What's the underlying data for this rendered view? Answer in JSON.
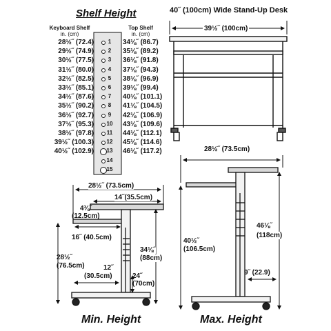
{
  "shelf": {
    "title": "Shelf Height",
    "keyboard_header": "Keyboard Shelf",
    "keyboard_unit": "in. (cm)",
    "top_header": "Top Shelf",
    "top_unit": "in. (cm)",
    "rows": [
      {
        "n": "1",
        "kb": "28½˝ (72.4)",
        "top": "34⅛˝ (86.7)"
      },
      {
        "n": "2",
        "kb": "29½˝ (74.9)",
        "top": "35⅛˝ (89.2)"
      },
      {
        "n": "3",
        "kb": "30½˝ (77.5)",
        "top": "36⅛˝ (91.8)"
      },
      {
        "n": "4",
        "kb": "31½˝ (80.0)",
        "top": "37⅛˝ (94.3)"
      },
      {
        "n": "5",
        "kb": "32½˝ (82.5)",
        "top": "38⅛˝ (96.9)"
      },
      {
        "n": "6",
        "kb": "33½˝ (85.1)",
        "top": "39⅛˝ (99.4)"
      },
      {
        "n": "7",
        "kb": "34½˝ (87.6)",
        "top": "40⅛˝ (101.1)"
      },
      {
        "n": "8",
        "kb": "35½˝ (90.2)",
        "top": "41⅛˝ (104.5)"
      },
      {
        "n": "9",
        "kb": "36½˝ (92.7)",
        "top": "42⅛˝ (106.9)"
      },
      {
        "n": "10",
        "kb": "37½˝ (95.3)",
        "top": "43⅛˝ (109.6)"
      },
      {
        "n": "11",
        "kb": "38½˝ (97.8)",
        "top": "44⅛˝ (112.1)"
      },
      {
        "n": "12",
        "kb": "39½˝ (100.3)",
        "top": "45⅛˝ (114.6)"
      },
      {
        "n": "13",
        "kb": "40½˝ (102.9)",
        "top": "46⅛˝ (117.2)"
      },
      {
        "n": "14",
        "kb": "",
        "top": ""
      },
      {
        "n": "15",
        "kb": "",
        "top": ""
      }
    ]
  },
  "desk": {
    "title": "40˝ (100cm) Wide Stand-Up Desk",
    "width_label": "39½˝   (100cm)"
  },
  "min": {
    "caption": "Min. Height",
    "overall_width": "28½˝ (73.5cm)",
    "top_depth": "14˝(35.5cm)",
    "top_offset_in": "4⅜˝",
    "top_offset_cm": "(12.5cm)",
    "kb_depth": "16˝ (40.5cm)",
    "kb_height_in": "28½˝",
    "kb_height_cm": "(76.5cm)",
    "top_height_in": "34⅛˝",
    "top_height_cm": "(88cm)",
    "leg_in": "12˝",
    "leg_cm": "(30.5cm)",
    "base_in": "24˝",
    "base_cm": "(70cm)"
  },
  "max": {
    "caption": "Max. Height",
    "overall_width": "28½˝ (73.5cm)",
    "total_in": "40½˝",
    "total_cm": "(106.5cm)",
    "top_in": "46⅛˝",
    "top_cm": "(118cm)",
    "caster_label": "9˝ (22.9)"
  }
}
